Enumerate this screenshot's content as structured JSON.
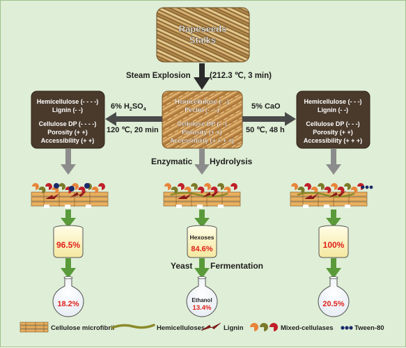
{
  "colors": {
    "background": "#dfeed6",
    "box_dark": "#4a3a2c",
    "wheat": "#c9a060",
    "arrow_black": "#2b2b2b",
    "arrow_grey": "#8c8c8c",
    "arrow_green": "#5a9a3a",
    "percent_red": "#e0201a",
    "beaker_fill": "#fdf6c8"
  },
  "top": {
    "line1": "Rapeseeds",
    "line2": "Stalks"
  },
  "steam": {
    "label": "Steam Explosion",
    "conditions": "(212.3 ℃, 3 min)"
  },
  "left_pretreat": {
    "reagent_prefix": "6% H",
    "reagent_sub1": "2",
    "reagent_mid": "SO",
    "reagent_sub2": "4",
    "conditions": "120 ℃, 20 min"
  },
  "right_pretreat": {
    "reagent": "5% CaO",
    "conditions": "50 ℃, 48 h"
  },
  "left_box": {
    "hemi": "Hemicellulose  (- - - -)",
    "lignin": "Lignin  (- -)",
    "dp": "Cellulose  DP (- - - -)",
    "porosity": "Porosity (+ +)",
    "access": "Accessibility  (+ +)"
  },
  "center_box": {
    "hemi": "Hemicellulose  (- -)",
    "pectin": "Pectin  (- - -)",
    "dp": "Cellulose  DP (- -)",
    "porosity": "Porosity (+ +)",
    "access": "Accessibility  (+ + + +)"
  },
  "right_box": {
    "hemi": "Hemicellulose  (- - -)",
    "lignin": "Lignin  (- -)",
    "dp": "Cellulose  DP (- - -)",
    "porosity": "Porosity (+ +)",
    "access": "Accessibility  (+ + +)"
  },
  "hydrolysis": {
    "word1": "Enzymatic",
    "word2": "Hydrolysis"
  },
  "fermentation": {
    "word1": "Yeast",
    "word2": "Fermentation"
  },
  "beakers": {
    "left": "96.5%",
    "center_label": "Hexoses",
    "center_value": "84.6%",
    "right": "100%"
  },
  "flasks": {
    "left": "18.2%",
    "center_label": "Ethanol",
    "center_value": "13.4%",
    "right": "20.5%"
  },
  "legend": {
    "microfibril": "Cellulose microfibril",
    "hemicelluloses": "Hemicelluloses",
    "lignin": "Lignin",
    "mixed": "Mixed-cellulases",
    "tween": "Tween-80"
  }
}
